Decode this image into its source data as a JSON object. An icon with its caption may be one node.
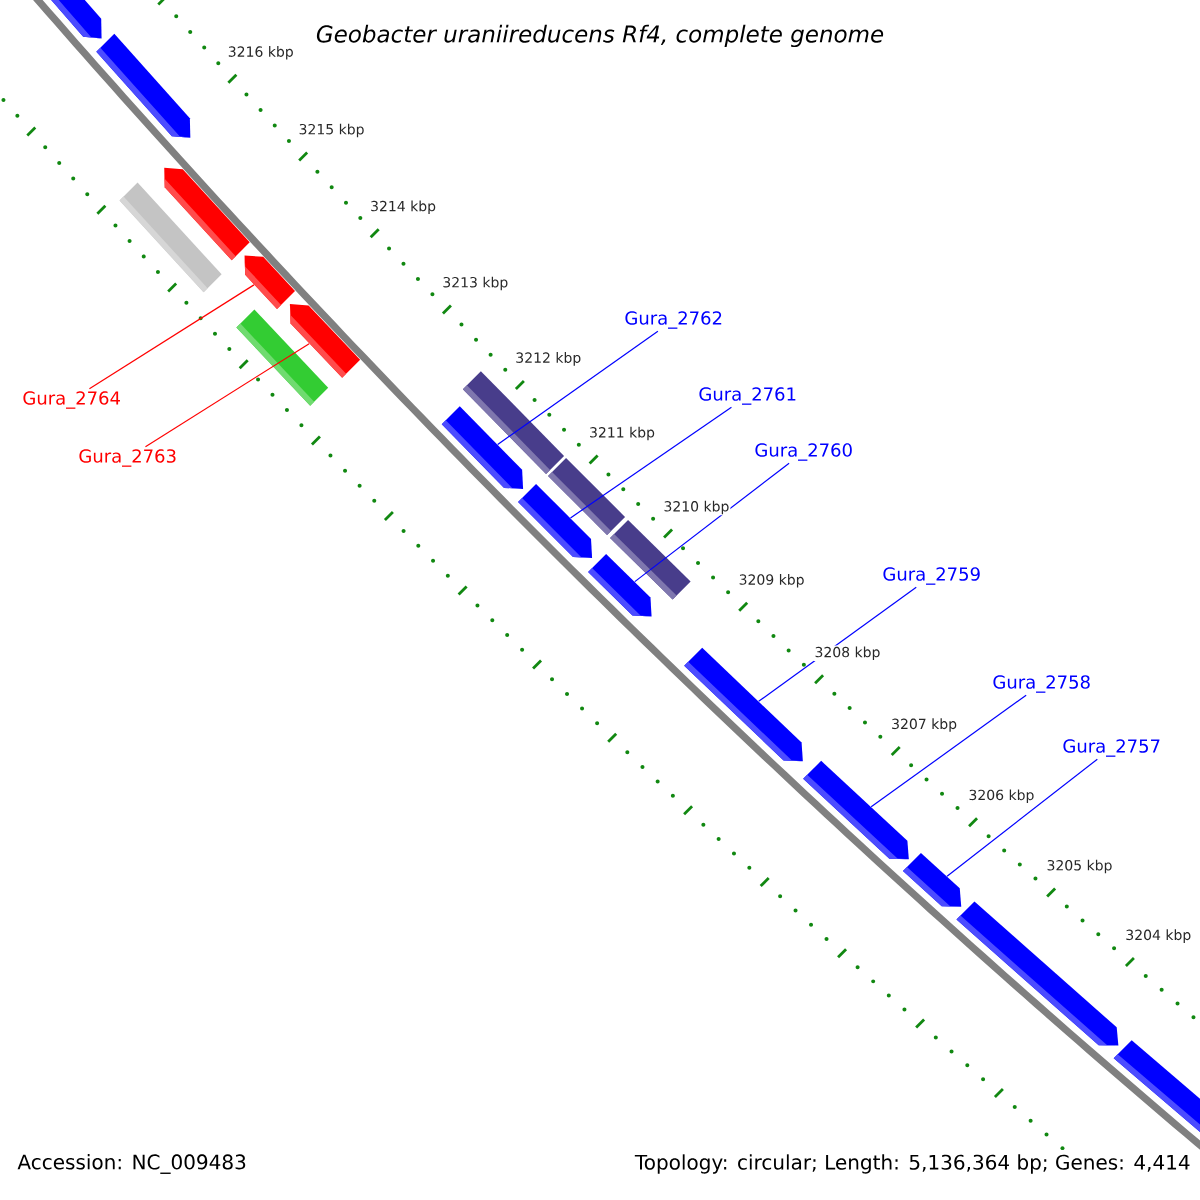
{
  "diagram": {
    "title": "Geobacter uraniireducens Rf4, complete genome",
    "nodes": [
      {
        "text": [
          "Gura_2764"
        ]
      },
      {
        "text": [
          "Gura_2763"
        ]
      },
      {
        "text": [
          "Gura_2762"
        ]
      },
      {
        "text": [
          "Gura_2761"
        ]
      },
      {
        "text": [
          "Gura_2760"
        ]
      },
      {
        "text": [
          "Gura_2759"
        ]
      },
      {
        "text": [
          "Gura_2758"
        ]
      },
      {
        "text": [
          "Gura_2757"
        ]
      },
      {
        "text": [],
        "shape": "bar"
      },
      {
        "text": [],
        "shape": "bar"
      },
      {
        "text": [],
        "shape": "box"
      },
      {
        "text": [],
        "shape": "bar"
      },
      {
        "text": [],
        "shape": "bar"
      },
      {
        "text": [],
        "shape": "box"
      },
      {
        "text": [],
        "shape": "bar"
      },
      {
        "text": [],
        "shape": "box"
      },
      {
        "text": [],
        "shape": "bar"
      },
      {
        "text": [],
        "shape": "box"
      },
      {
        "text": [],
        "shape": "bar"
      },
      {
        "text": [],
        "shape": "box"
      },
      {
        "text": [],
        "shape": "bar"
      },
      {
        "text": [],
        "shape": "bar"
      },
      {
        "text": [],
        "shape": "bar"
      },
      {
        "text": [],
        "shape": "bar"
      },
      {
        "text": [],
        "shape": "bar"
      },
      {
        "text": [],
        "shape": "bar"
      }
    ],
    "edges": [
      {
        "from": 0,
        "to": 12,
        "arrow": "none",
        "color": "#ff0000"
      },
      {
        "from": 1,
        "to": 14,
        "arrow": "none",
        "color": "#ff0000"
      },
      {
        "from": 2,
        "to": 16,
        "arrow": "none"
      },
      {
        "from": 3,
        "to": 18,
        "arrow": "none"
      },
      {
        "from": 4,
        "to": 20,
        "arrow": "none"
      },
      {
        "from": 5,
        "to": 21,
        "arrow": "none"
      },
      {
        "from": 6,
        "to": 22,
        "arrow": "none"
      },
      {
        "from": 7,
        "to": 23,
        "arrow": "none"
      }
    ],
    "labels": [
      "3216 kbp",
      "3215 kbp",
      "3214 kbp",
      "3213 kbp",
      "3212 kbp",
      "3211 kbp",
      "3210 kbp",
      "3209 kbp",
      "3208 kbp",
      "3207 kbp",
      "3206 kbp",
      "3205 kbp",
      "3204 kbp",
      "Accession: NC_009483",
      "Topology: circular; Length: 5,136,364 bp; Genes: 4,414"
    ]
  }
}
